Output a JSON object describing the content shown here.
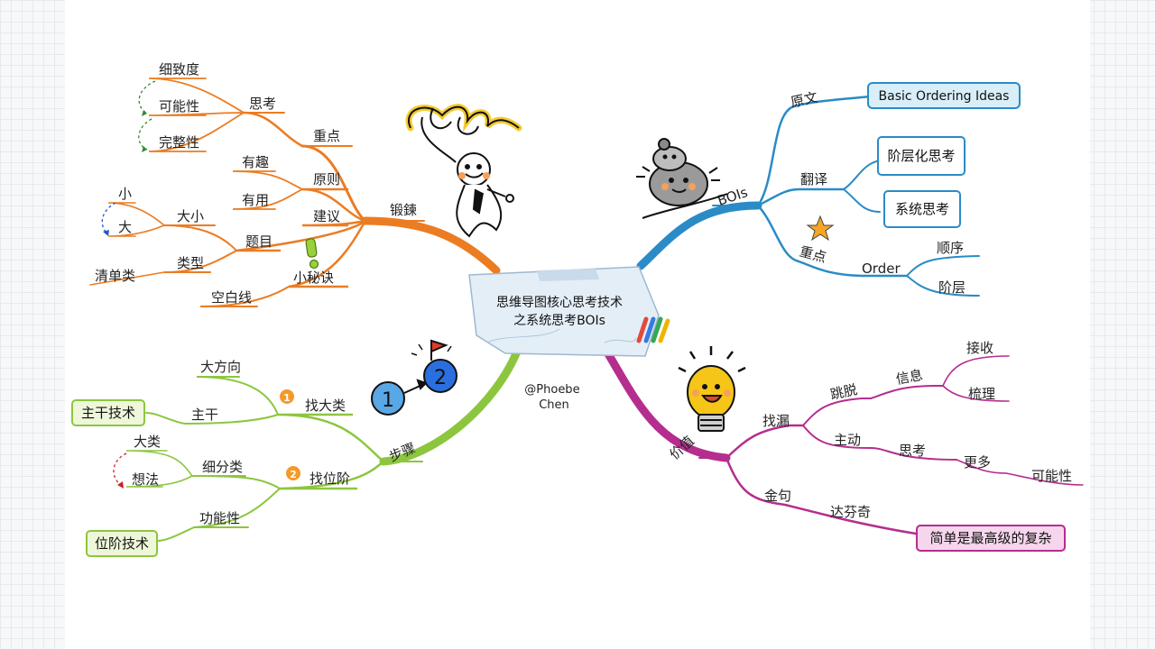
{
  "center": {
    "title_line1": "思维导图核心思考技术",
    "title_line2": "之系统思考BOIs",
    "author": "@Phoebe Chen"
  },
  "colors": {
    "orange": "#ec7c22",
    "blue": "#2a8bc6",
    "green": "#8cc63f",
    "magenta": "#b52d8f",
    "badge_orange": "#f39a2a",
    "box_blue_fill": "#d8eef9",
    "box_green_fill": "#eef7d9",
    "box_pink_fill": "#f6d6ec"
  },
  "duanlian": {
    "label": "锻鍊",
    "sikao": {
      "label": "思考",
      "items": [
        "细致度",
        "可能性",
        "完整性"
      ]
    },
    "zhongdian": "重点",
    "yuanze": {
      "label": "原则",
      "items": [
        "有趣",
        "有用"
      ]
    },
    "jianyi": "建议",
    "timu": {
      "label": "题目",
      "daxiao": {
        "label": "大小",
        "items": [
          "小",
          "大"
        ]
      },
      "leixing": {
        "label": "类型",
        "items": [
          "清单类"
        ]
      }
    },
    "xiaomijue": {
      "label": "小秘诀",
      "items": [
        "空白线"
      ]
    }
  },
  "bois": {
    "label": "BOIs",
    "yuanwen": {
      "label": "原文",
      "box": "Basic Ordering Ideas"
    },
    "fanyi": {
      "label": "翻译",
      "boxes": [
        "阶层化思考",
        "系统思考"
      ]
    },
    "zhongdian": {
      "label": "重点",
      "order": {
        "label": "Order",
        "items": [
          "顺序",
          "阶层"
        ]
      }
    }
  },
  "buzhou": {
    "label": "步骤",
    "step1": {
      "badge": "1",
      "label": "找大类",
      "items": [
        "大方向",
        "主干"
      ],
      "box": "主干技术"
    },
    "step2": {
      "badge": "2",
      "label": "找位阶",
      "xifenlei": {
        "label": "细分类",
        "items": [
          "大类",
          "想法"
        ]
      },
      "gongnengxing": "功能性",
      "box": "位阶技术"
    },
    "figure": [
      "1",
      "2"
    ]
  },
  "jiazhi": {
    "label": "价值",
    "zhaolou": {
      "label": "找漏",
      "tiaotuo": {
        "label": "跳脱",
        "xinxi": {
          "label": "信息",
          "items": [
            "接收",
            "梳理"
          ]
        }
      },
      "zhudong": {
        "label": "主动",
        "sikao": {
          "label": "思考",
          "gengduo": {
            "label": "更多",
            "items": [
              "可能性"
            ]
          }
        }
      }
    },
    "jinju": {
      "label": "金句",
      "dafenqi": {
        "label": "达芬奇",
        "box": "简单是最高级的复杂"
      }
    }
  }
}
